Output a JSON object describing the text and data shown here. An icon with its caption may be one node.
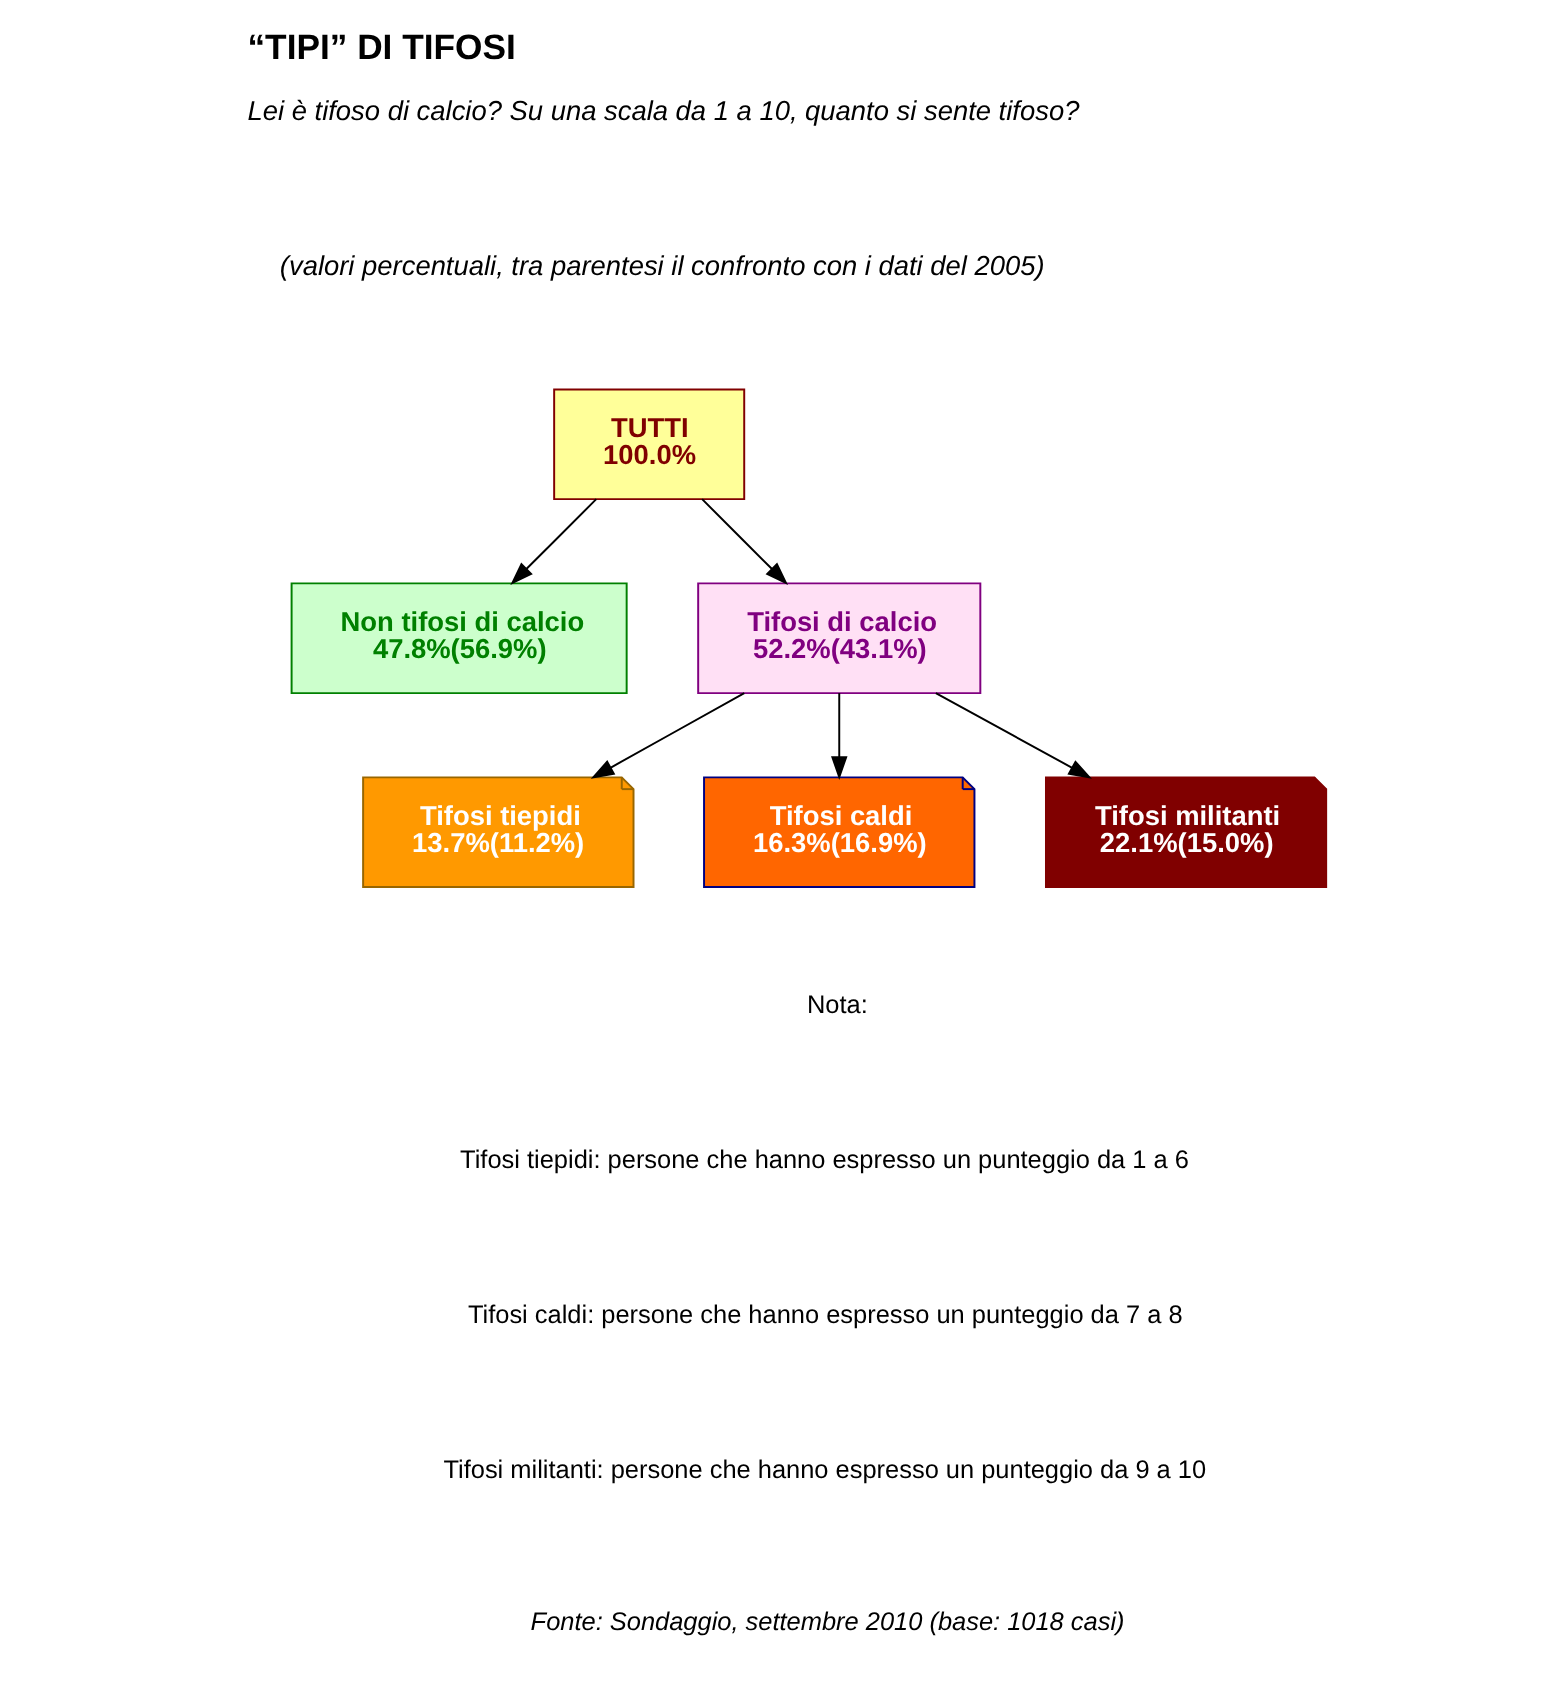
{
  "diagram": {
    "title": "“TIPI” DI TIFOSI",
    "nodes": [
      {
        "text": [
          "TUTTI",
          "100.0%"
        ]
      },
      {
        "text": [
          "Non tifosi di calcio",
          "47.8%(56.9%)"
        ]
      },
      {
        "text": [
          "Tifosi di calcio",
          "52.2%(43.1%)"
        ]
      },
      {
        "text": [
          "Tifosi tiepidi",
          "13.7%(11.2%)"
        ]
      },
      {
        "text": [
          "Tifosi caldi",
          "16.3%(16.9%)"
        ]
      },
      {
        "text": [
          "Tifosi militanti",
          "22.1%(15.0%)"
        ]
      }
    ],
    "edges": [
      {
        "from": 0,
        "to": 1,
        "arrow": "to"
      },
      {
        "from": 0,
        "to": 2,
        "arrow": "to"
      },
      {
        "from": 2,
        "to": 3,
        "arrow": "to"
      },
      {
        "from": 2,
        "to": 4,
        "arrow": "to"
      },
      {
        "from": 2,
        "to": 5,
        "arrow": "to"
      }
    ],
    "labels": [
      "Lei è tifoso di calcio? Su una scala da 1 a 10, quanto si sente tifoso?",
      "(valori percentuali, tra parentesi il confronto con i dati del 2005)",
      "Nota:",
      "Tifosi tiepidi: persone che hanno espresso un punteggio da 1 a 6",
      "Tifosi caldi: persone che hanno espresso un punteggio da 7 a 8",
      "Tifosi militanti: persone che hanno espresso un punteggio da 9 a 10",
      "Fonte: Sondaggio, settembre 2010 (base: 1018 casi)"
    ]
  }
}
